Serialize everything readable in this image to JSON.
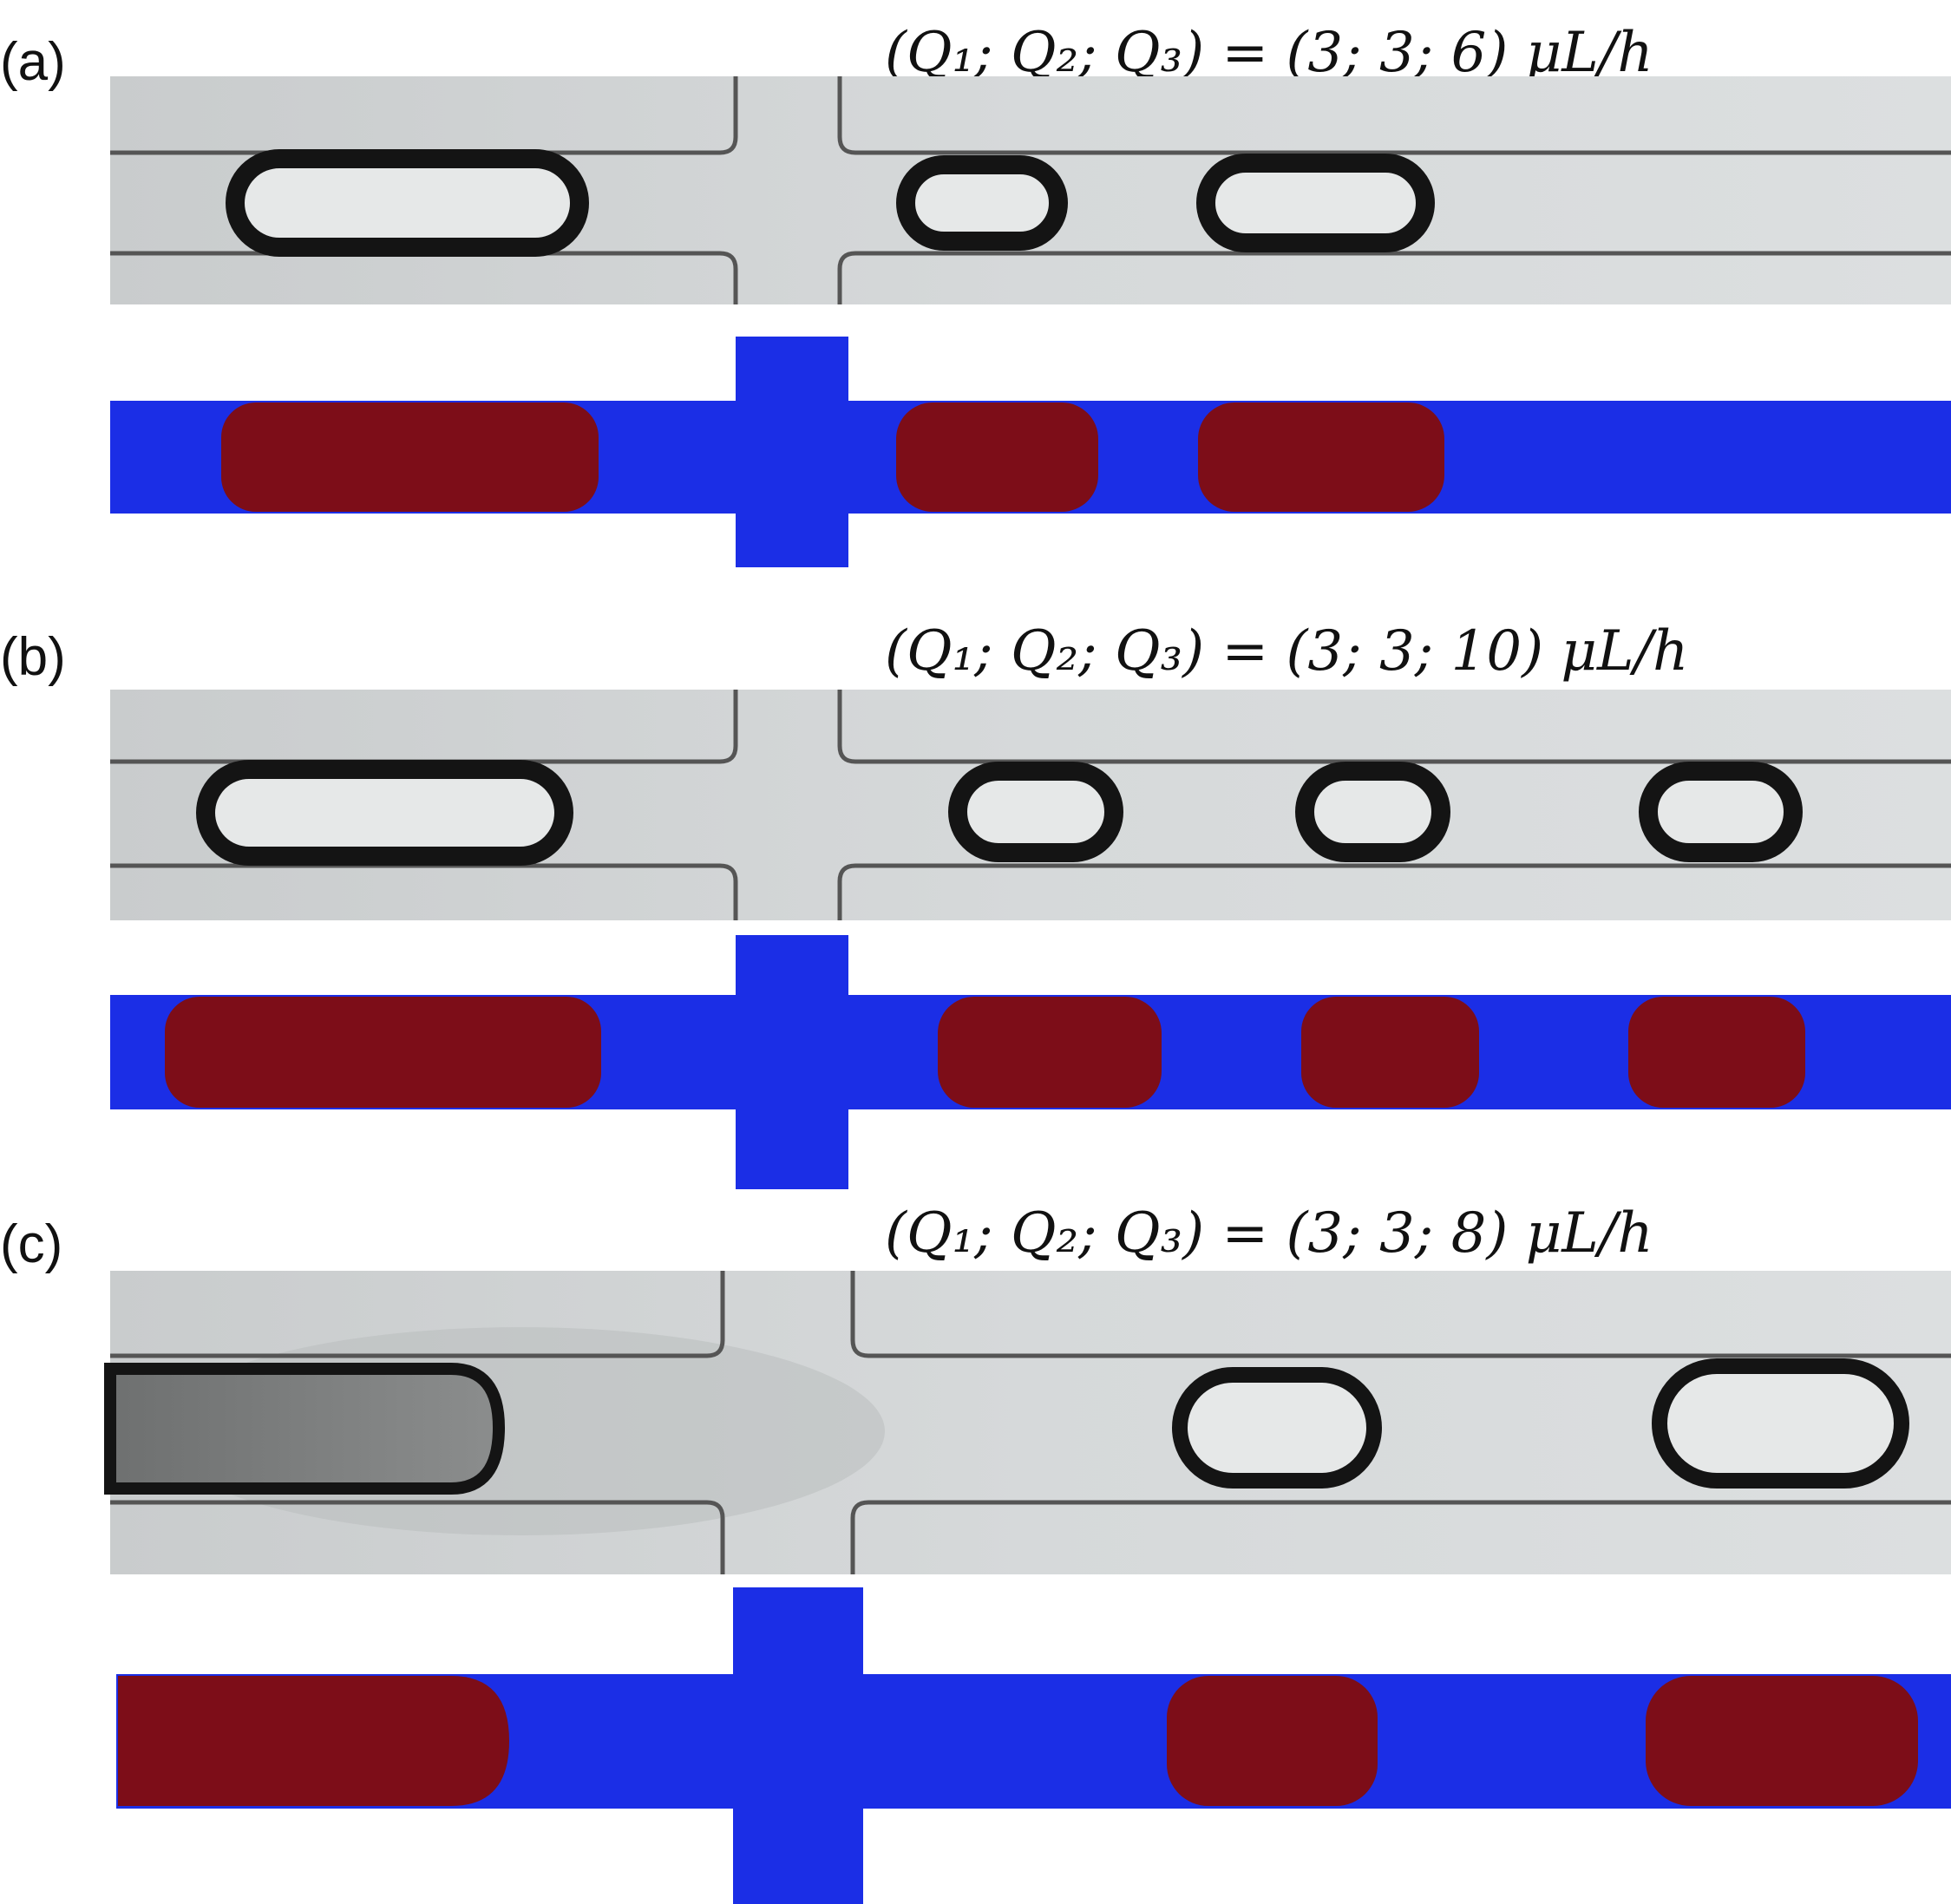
{
  "figure": {
    "panels": [
      {
        "label": "(a)",
        "flow_rates": "(Q₁; Q₂; Q₃) = (3; 3; 6) μL/h",
        "experiment_droplet_count": 3,
        "simulation_droplet_count": 3
      },
      {
        "label": "(b)",
        "flow_rates": "(Q₁; Q₂; Q₃) = (3; 3; 10) μL/h",
        "experiment_droplet_count": 4,
        "simulation_droplet_count": 4
      },
      {
        "label": "(c)",
        "flow_rates": "(Q₁; Q₂; Q₃) = (3; 3; 8) μL/h",
        "experiment_droplet_count": 3,
        "simulation_droplet_count": 3
      }
    ],
    "colors": {
      "continuous_phase": "#1b2ee6",
      "dispersed_phase": "#7d0d18",
      "micrograph_background": "#d4d7d8",
      "channel_wall": "#5a5a5a",
      "droplet_outline": "#151515"
    }
  }
}
